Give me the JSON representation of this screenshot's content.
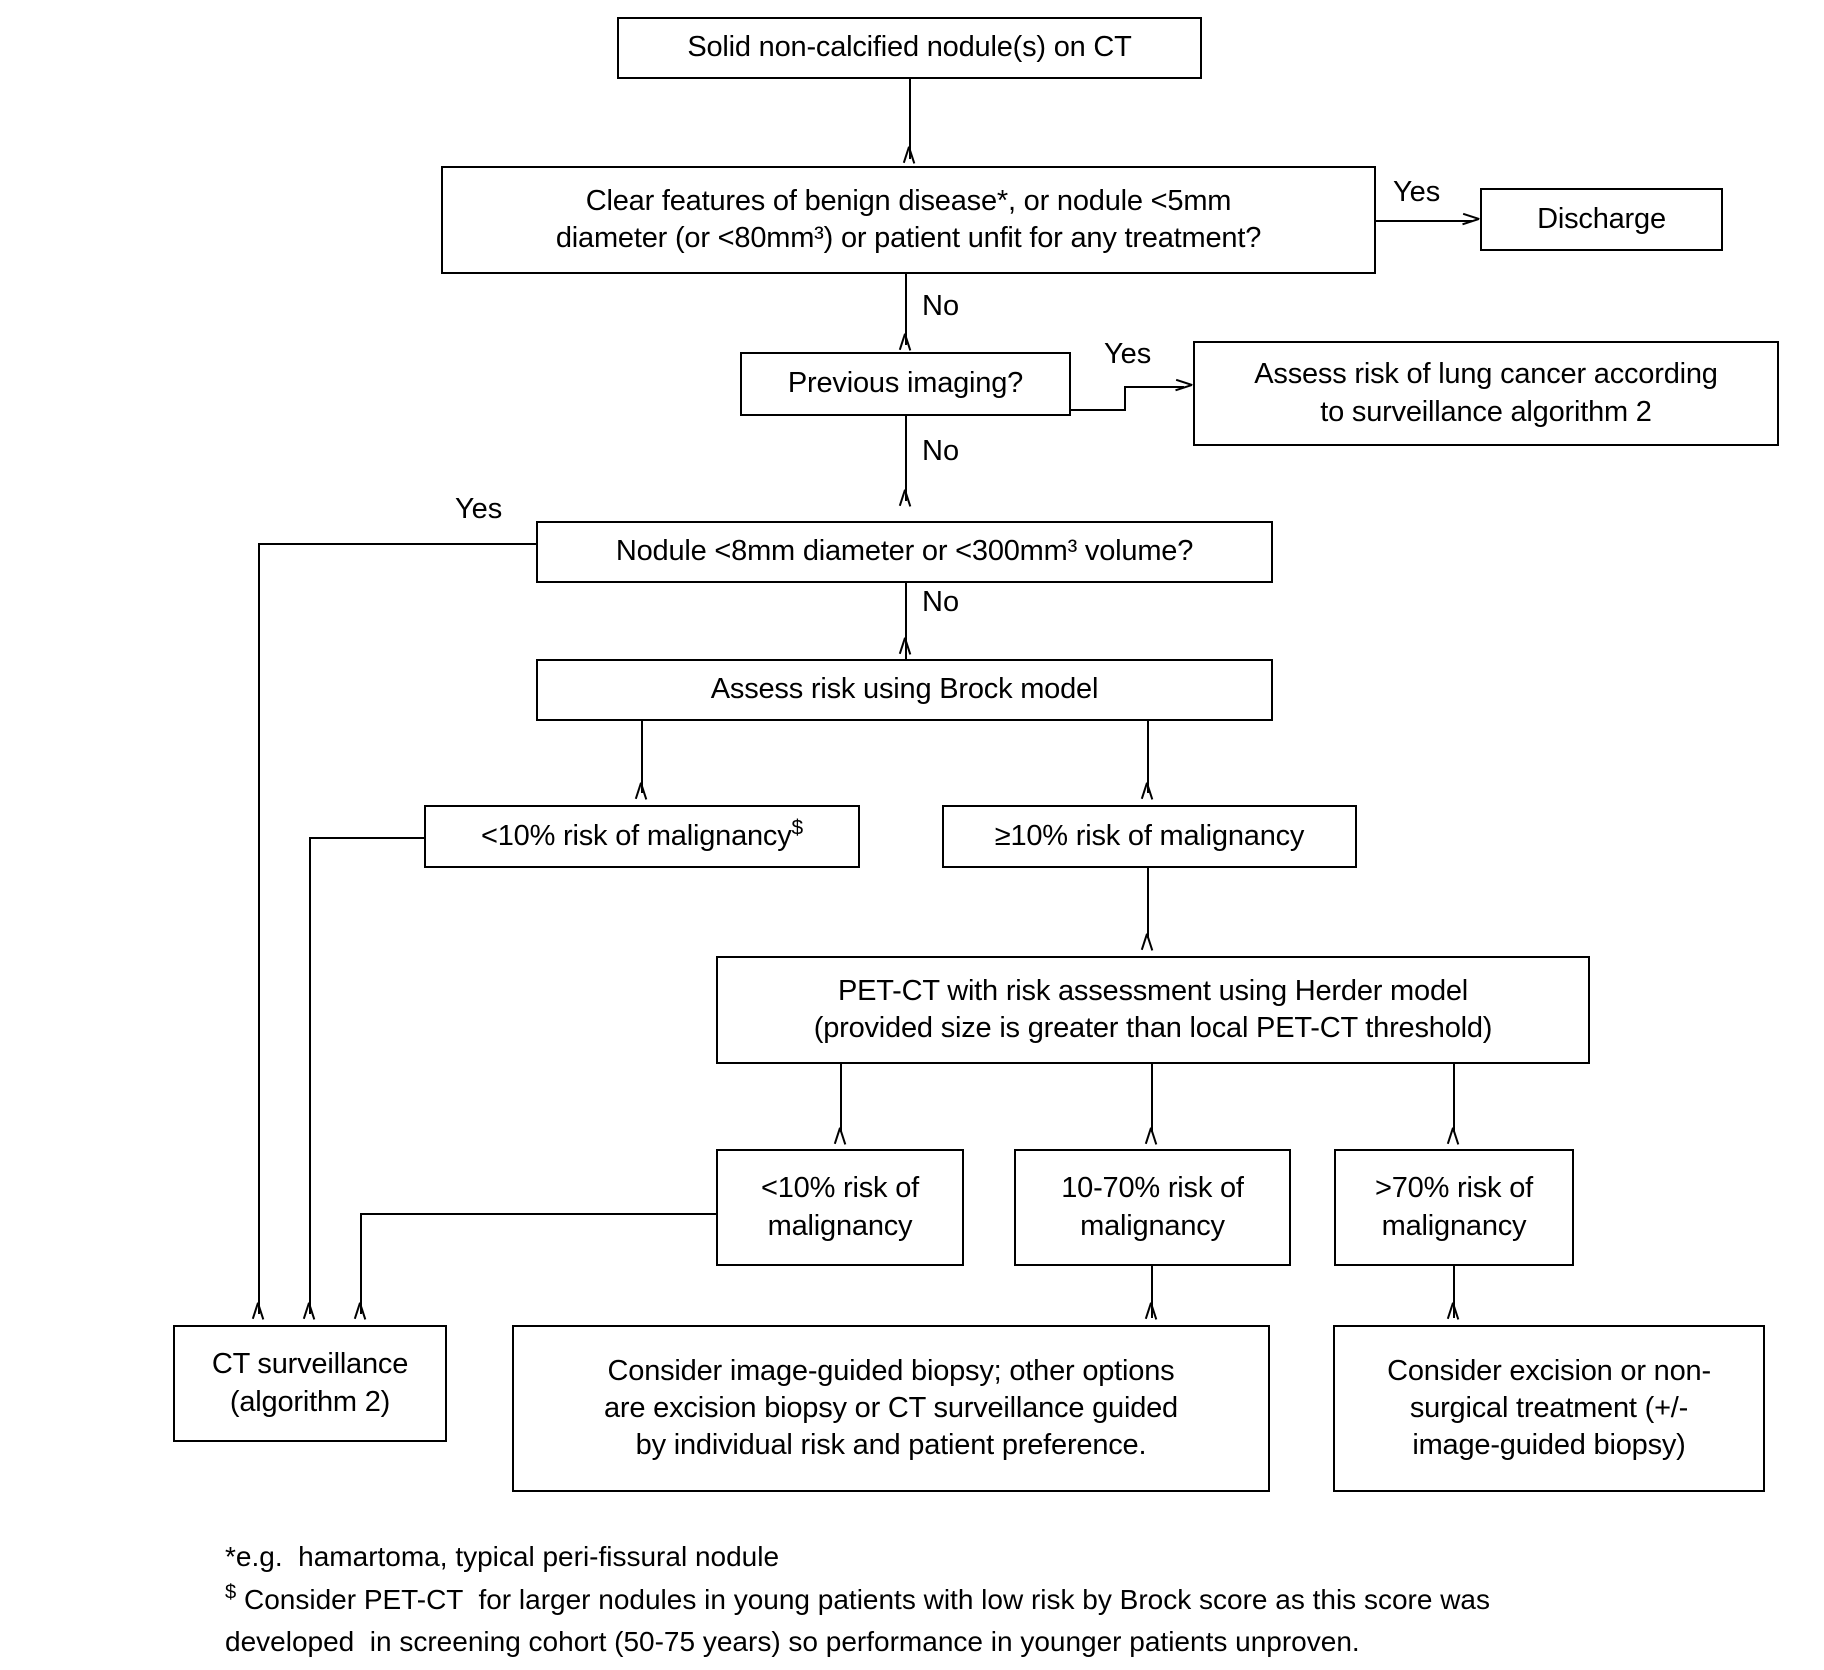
{
  "diagram": {
    "title_hidden": "",
    "nodes": {
      "start": "Solid non-calcified nodule(s) on CT",
      "benign_check": "Clear features of benign disease*, or nodule <5mm\ndiameter (or <80mm³) or patient unfit for any treatment?",
      "discharge": "Discharge",
      "previous_imaging": "Previous imaging?",
      "assess_algorithm2": "Assess  risk of lung cancer according\nto surveillance algorithm 2",
      "nodule_size": "Nodule <8mm diameter or <300mm³ volume?",
      "brock": "Assess risk using Brock model",
      "brock_low": "<10% risk of malignancy",
      "brock_low_sup": "$",
      "brock_high": "≥10% risk of malignancy",
      "petct": "PET-CT with risk assessment using Herder model\n(provided size is greater than local PET-CT threshold)",
      "herder_low": "<10% risk of\nmalignancy",
      "herder_mid": "10-70% risk of\nmalignancy",
      "herder_high": ">70% risk of\nmalignancy",
      "ct_surveillance": "CT surveillance\n(algorithm 2)",
      "biopsy": "Consider image-guided biopsy; other options\nare excision biopsy or CT surveillance guided\nby individual risk and patient preference.",
      "excision": "Consider excision or non-\nsurgical treatment (+/-\nimage-guided biopsy)"
    },
    "edge_labels": {
      "benign_yes": "Yes",
      "benign_no": "No",
      "imaging_yes": "Yes",
      "imaging_no": "No",
      "size_yes": "Yes",
      "size_no": "No"
    },
    "footnotes": {
      "line1": "*e.g.  hamartoma, typical peri-fissural nodule",
      "line2_mark": "$",
      "line2": " Consider PET-CT  for larger nodules in young patients with low risk by Brock score as this score was",
      "line3": "developed  in screening cohort (50-75 years) so performance in younger patients unproven."
    },
    "colors": {
      "stroke": "#000000",
      "fill": "#ffffff",
      "text": "#000000"
    }
  }
}
